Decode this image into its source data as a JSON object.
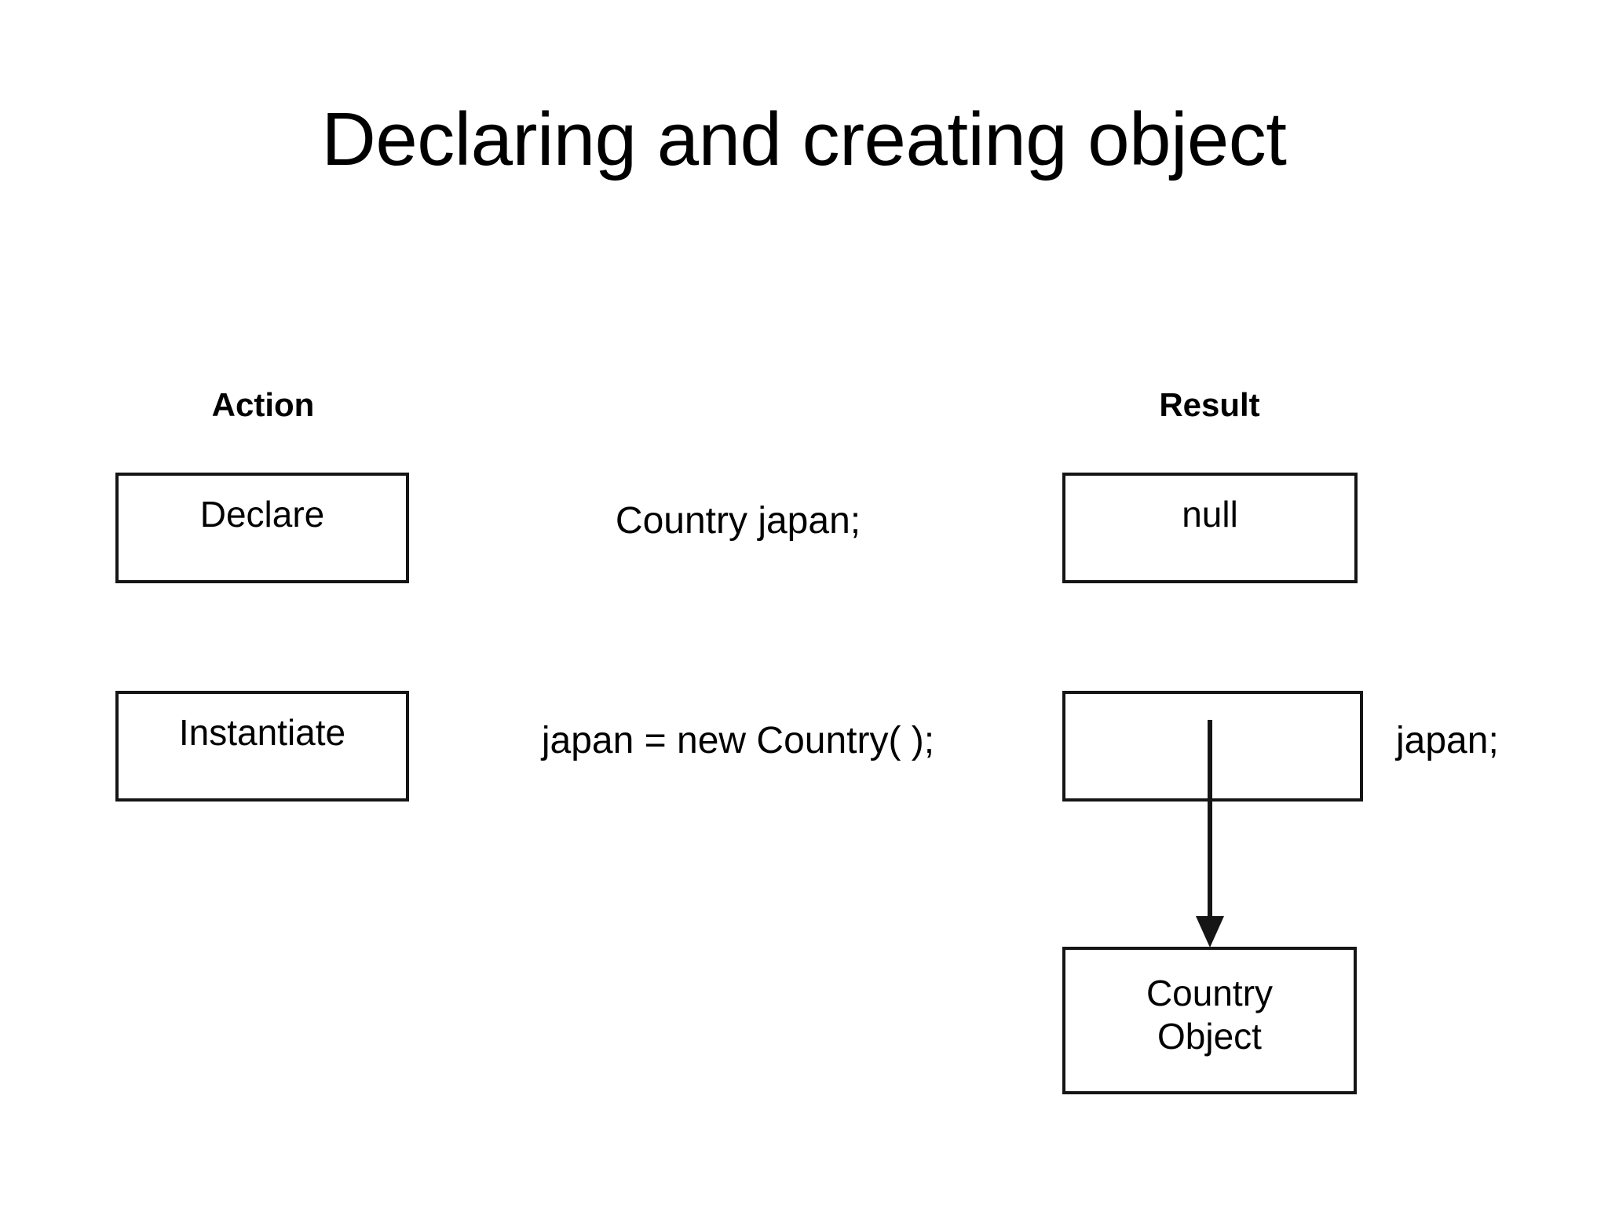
{
  "slide": {
    "title": "Declaring and creating object",
    "background_color": "#ffffff",
    "text_color": "#000000",
    "stroke_color": "#151515"
  },
  "headers": {
    "action": "Action",
    "result": "Result"
  },
  "rows": [
    {
      "action": "Declare",
      "code": "Country japan;",
      "result": "null"
    },
    {
      "action": "Instantiate",
      "code": "japan = new Country( );",
      "result": "",
      "reference_label": "japan;"
    }
  ],
  "object_box": {
    "line1": "Country",
    "line2": "Object"
  },
  "arrow": {
    "name": "reference-arrow",
    "direction": "down"
  }
}
